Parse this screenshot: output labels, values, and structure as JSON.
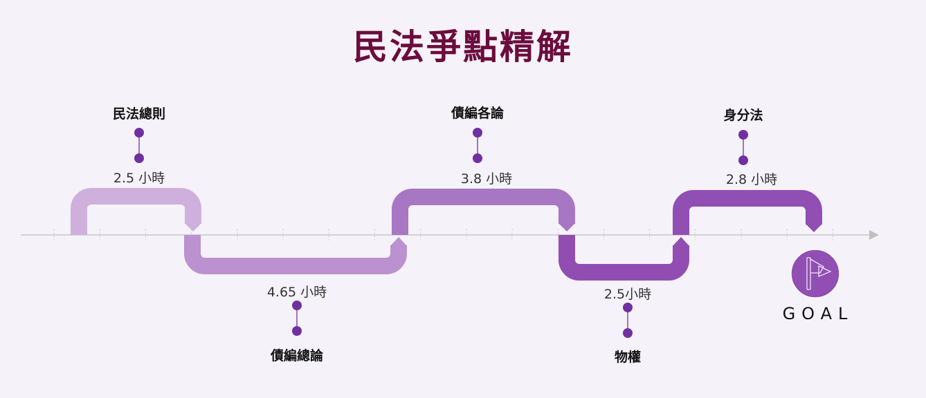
{
  "title": "民法爭點精解",
  "steps": [
    {
      "title": "民法總則",
      "hours": "2.5 小時",
      "color": "#cfb0dc"
    },
    {
      "title": "債編總論",
      "hours": "4.65 小時",
      "color": "#bb92cf"
    },
    {
      "title": "債編各論",
      "hours": "3.8 小時",
      "color": "#a877c3"
    },
    {
      "title": "物權",
      "hours": "2.5小時",
      "color": "#924db3"
    },
    {
      "title": "身分法",
      "hours": "2.8 小時",
      "color": "#914eb3"
    }
  ],
  "goal": {
    "label": "GOAL",
    "icon": "flag-icon",
    "color": "#914eb3"
  },
  "colors": {
    "dot": "#7030a0",
    "axis": "#c8c8c8"
  }
}
